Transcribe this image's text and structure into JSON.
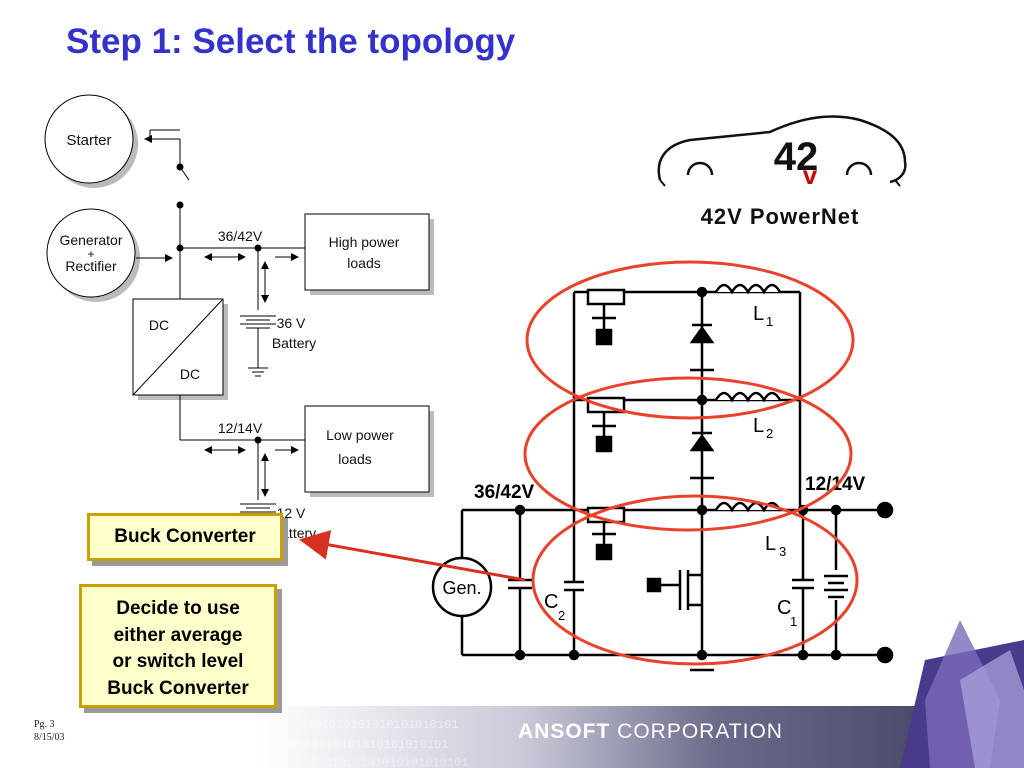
{
  "slide": {
    "title": "Step 1: Select the topology",
    "page": "Pg. 3",
    "date": "8/15/03"
  },
  "block_diagram": {
    "starter": "Starter",
    "generator_line1": "Generator",
    "generator_line2": "+",
    "generator_line3": "Rectifier",
    "bus_high": "36/42V",
    "high_loads_line1": "High power",
    "high_loads_line2": "loads",
    "battery_high_line1": "36 V",
    "battery_high_line2": "Battery",
    "dcdc_top": "DC",
    "dcdc_bottom": "DC",
    "bus_low": "12/14V",
    "low_loads_line1": "Low power",
    "low_loads_line2": "loads",
    "battery_low_line1": "12 V",
    "battery_low_line2": "Battery"
  },
  "logo": {
    "number": "42",
    "v": "v",
    "name": "42V PowerNet"
  },
  "schematic": {
    "in_label": "36/42V",
    "out_label": "12/14V",
    "gen": "Gen.",
    "l1": "L",
    "l1_sub": "1",
    "l2": "L",
    "l2_sub": "2",
    "l3": "L",
    "l3_sub": "3",
    "c2": "C",
    "c2_sub": "2",
    "c1": "C",
    "c1_sub": "1"
  },
  "callouts": {
    "buck": "Buck Converter",
    "decide_line1": "Decide to use",
    "decide_line2": "either average",
    "decide_line3": "or switch level",
    "decide_line4": "Buck Converter"
  },
  "footer": {
    "company_bold": "ANSOFT",
    "company_light": "CORPORATION",
    "binary": "0101010101010101010101"
  },
  "colors": {
    "title": "#3333cc",
    "ellipse": "#e8432a",
    "callout_fill": "#ffffcc",
    "callout_border": "#c8a000",
    "logo_v": "#cc0000"
  }
}
